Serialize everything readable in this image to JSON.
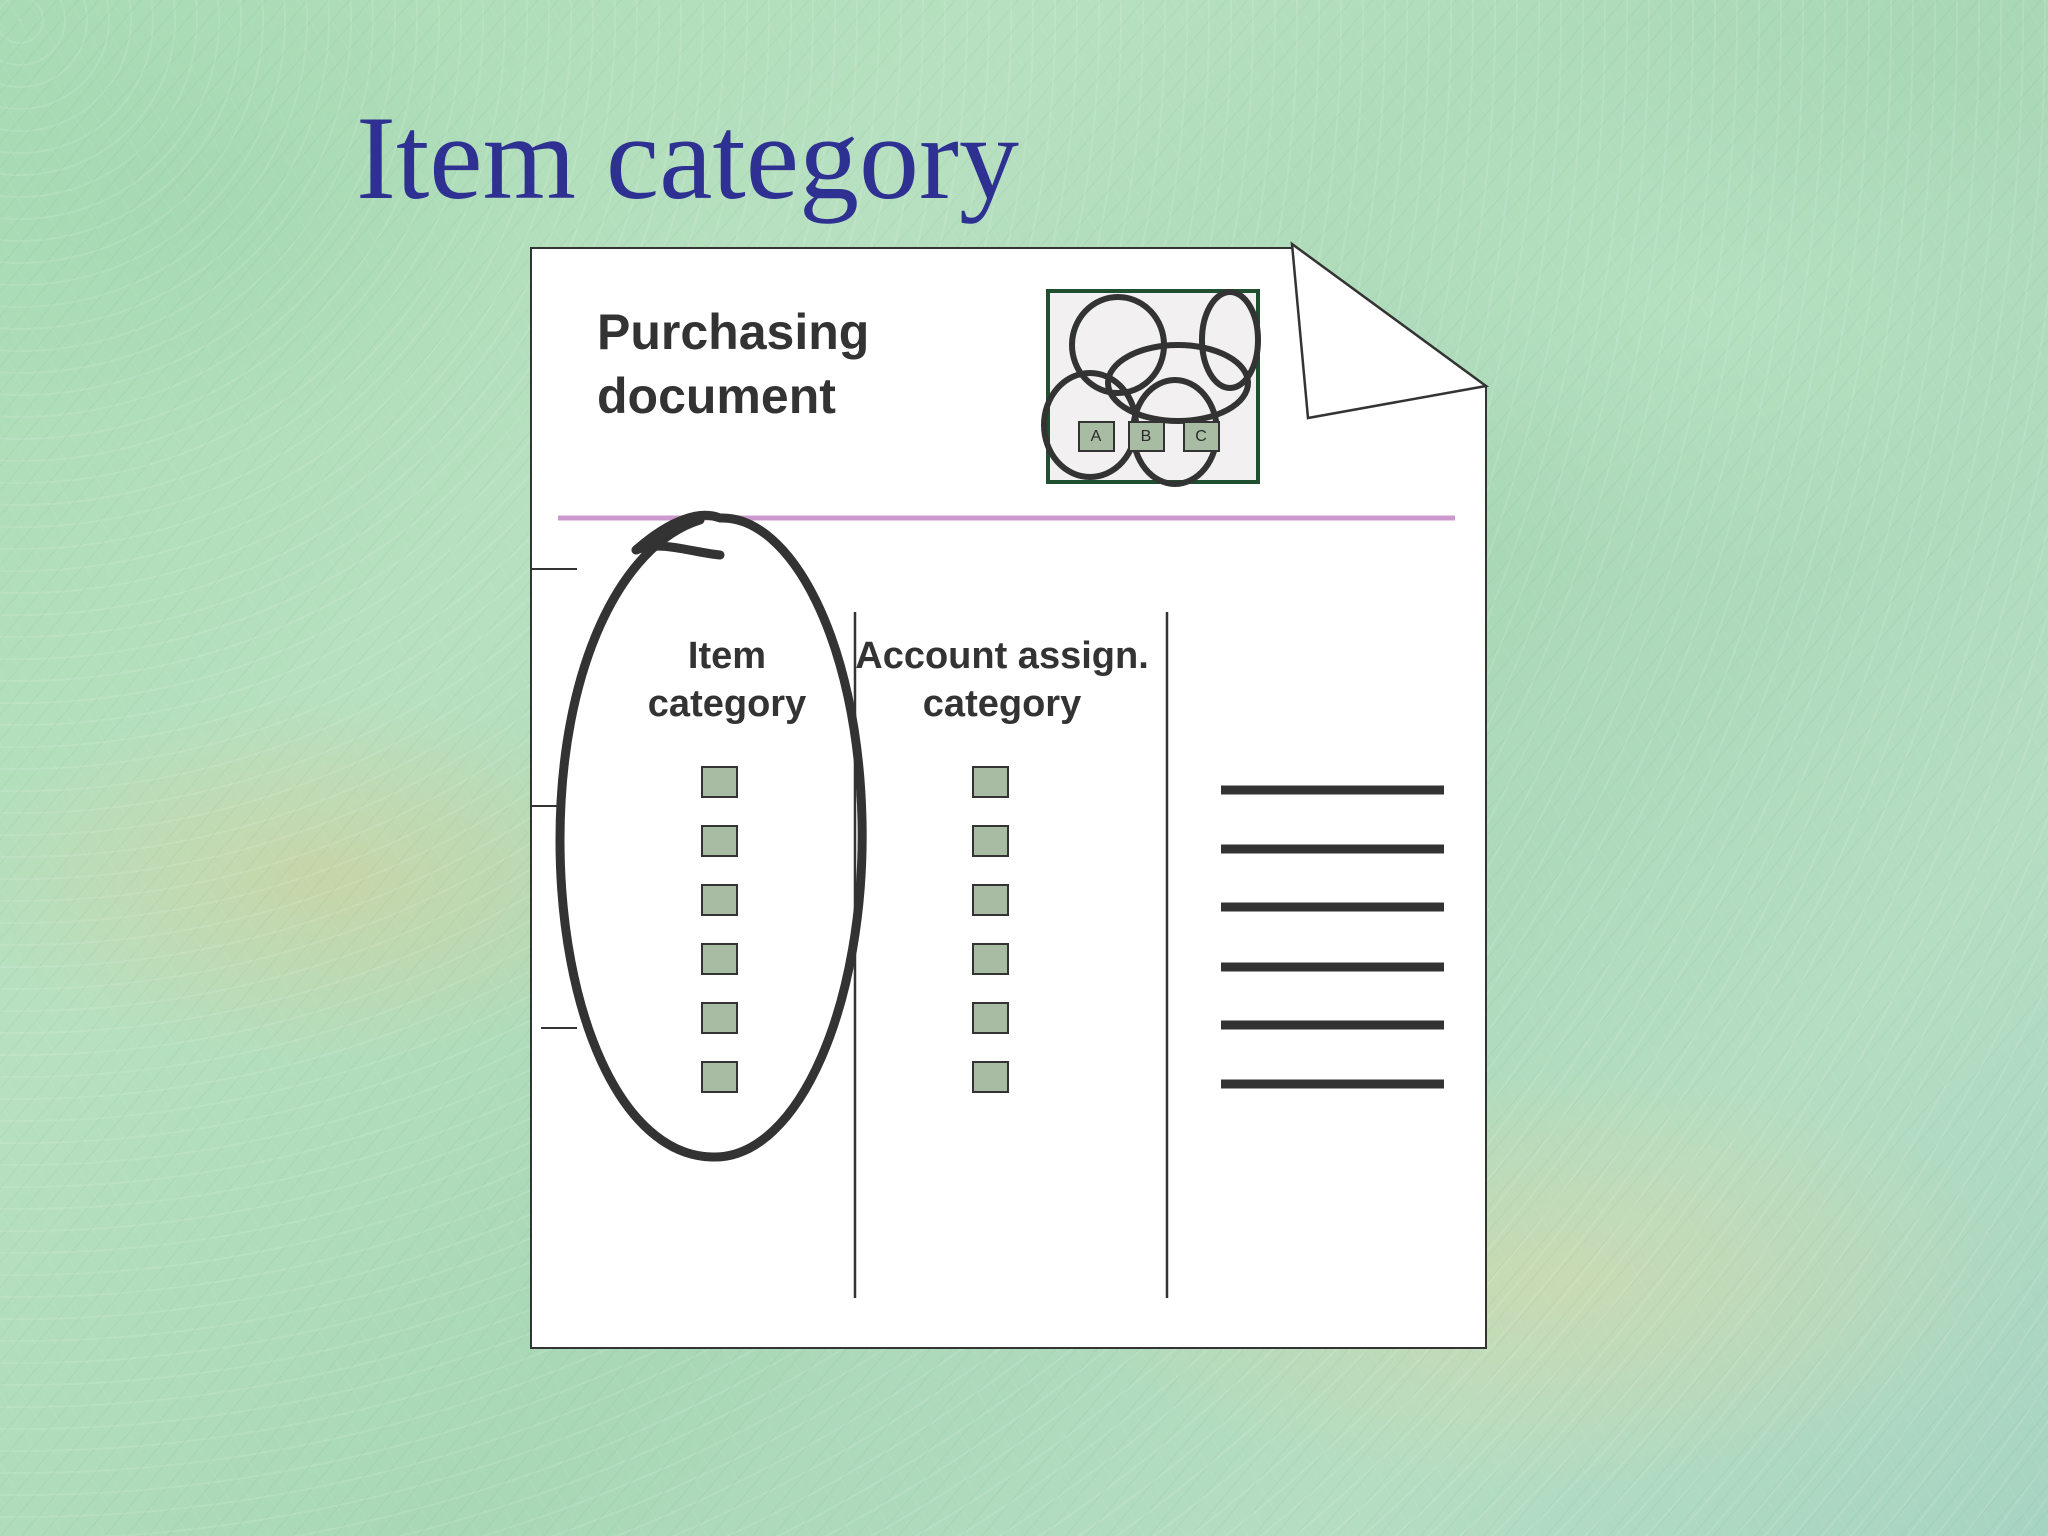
{
  "slide": {
    "title": "Item category"
  },
  "document": {
    "title_line1": "Purchasing",
    "title_line2": "document",
    "logo": {
      "icon": "interlocking-rings-icon",
      "labels": [
        "A",
        "B",
        "C"
      ]
    },
    "columns": [
      {
        "header_line1": "Item",
        "header_line2": "category",
        "checkbox_count": 6,
        "highlighted": true
      },
      {
        "header_line1": "Account assign.",
        "header_line2": "category",
        "checkbox_count": 6,
        "highlighted": false
      },
      {
        "line_count": 6
      }
    ],
    "colors": {
      "title": "#2e3192",
      "paper": "#ffffff",
      "divider": "#cc99cc",
      "checkbox_fill": "#a8bca3",
      "logo_border": "#1f4f2f",
      "ink": "#333333"
    }
  }
}
